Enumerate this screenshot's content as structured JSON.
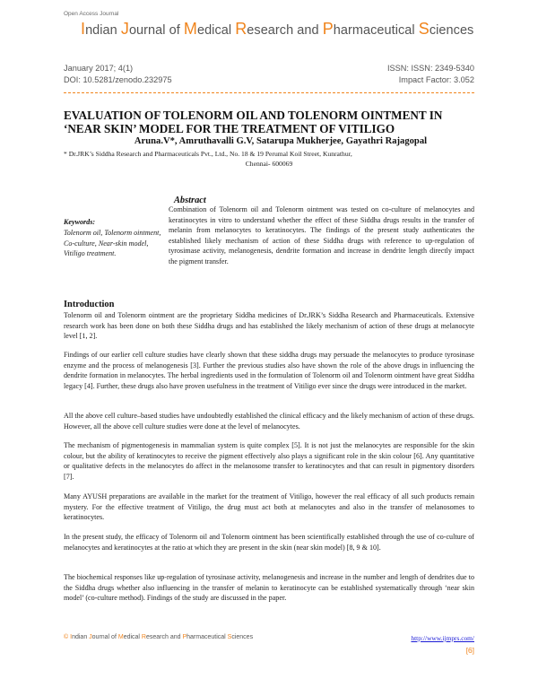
{
  "header": {
    "open_access": "Open Access Journal",
    "journal_title_parts": [
      {
        "cap": "I",
        "rest": "ndian "
      },
      {
        "cap": "J",
        "rest": "ournal of "
      },
      {
        "cap": "M",
        "rest": "edical "
      },
      {
        "cap": "R",
        "rest": "esearch and "
      },
      {
        "cap": "P",
        "rest": "harmaceutical "
      },
      {
        "cap": "S",
        "rest": "ciences"
      }
    ],
    "issue": "January 2017; 4(1)",
    "doi": "DOI: 10.5281/zenodo.232975",
    "issn": "ISSN: ISSN: 2349-5340",
    "impact_factor": "Impact Factor: 3.052",
    "accent_color": "#f0841c"
  },
  "article": {
    "title": "EVALUATION OF TOLENORM OIL AND TOLENORM OINTMENT IN ‘NEAR SKIN’ MODEL FOR THE TREATMENT OF VITILIGO",
    "authors": "Aruna.V*, Amruthavalli G.V, Satarupa Mukherjee, Gayathri Rajagopal",
    "affiliation_line1": "* Dr.JRK’s Siddha Research and Pharmaceuticals Pvt., Ltd., No. 18 & 19 Perumal Koil Street, Kunrathur,",
    "affiliation_line2": "Chennai- 600069"
  },
  "abstract": {
    "heading": "Abstract",
    "body": "Combination of Tolenorm oil and Tolenorm ointment was tested on co-culture of melanocytes and keratinocytes in vitro to understand whether the effect of these Siddha drugs results in the transfer of melanin from melanocytes to keratinocytes. The findings of the present study authenticates the established likely mechanism of action of these Siddha drugs with reference to up-regulation of tyrosimase activity, melanogenesis, dendrite formation and increase in dendrite length directly impact the pigment transfer."
  },
  "keywords": {
    "heading": "Keywords:",
    "body": "Tolenorm oil, Tolenorm ointment, Co-culture, Near-skin model, Vitiligo treatment."
  },
  "introduction": {
    "heading": "Introduction",
    "paragraphs": [
      "Tolenorm oil and Tolenorm ointment are the proprietary Siddha medicines of Dr.JRK’s Siddha Research and Pharmaceuticals. Extensive research work has been done on both these Siddha drugs and has established the likely mechanism of action of these drugs at melanocyte level [1, 2].",
      "Findings of our earlier cell culture studies have clearly shown that these siddha drugs may persuade the melanocytes to produce tyrosinase enzyme and the process of melanogenesis [3]. Further the previous studies also have shown the role of the above drugs in influencing the dendrite formation in melanocytes. The herbal ingredients used in the formulation of Tolenorm oil and Tolenorm ointment have great Siddha legacy [4]. Further, these drugs also have proven usefulness in the treatment of Vitiligo ever since the drugs were introduced in the market.",
      "All the above cell culture–based studies have undoubtedly established the clinical efficacy and the likely mechanism of action of these drugs. However, all the above cell culture studies were done at the level of melanocytes.",
      "The mechanism of pigmentogenesis in mammalian system is quite complex [5]. It is not just the melanocytes are responsible for the skin colour, but the ability of keratinocytes to receive the pigment effectively also plays a significant role in the skin colour [6]. Any quantitative or qualitative defects in the melanocytes do affect in the melanosome transfer to keratinocytes and that can result in pigmentory disorders [7].",
      "Many AYUSH preparations are available in the market for the treatment of Vitiligo, however the real efficacy of all such products remain mystery. For the effective treatment of Vitiligo, the drug must act both at melanocytes and also in the transfer of melanosomes to keratinocytes.",
      "In the present study, the efficacy of Tolenorm oil and Tolenorm ointment has been scientifically established through the use of co-culture of melanocytes and keratinocytes at the ratio at which they are present in the skin (near skin model) [8, 9 & 10].",
      "The biochemical responses like up-regulation of tyrosinase activity, melanogenesis and increase in the number and length of dendrites due to the Siddha drugs whether also influencing in the transfer of melanin to keratinocyte can be established systematically through ‘near skin model’ (co-culture method). Findings of the study are discussed in the paper."
    ]
  },
  "footer": {
    "copyright_symbol": "©",
    "journal_parts": [
      {
        "cap": "I",
        "rest": "ndian "
      },
      {
        "cap": "J",
        "rest": "ournal of "
      },
      {
        "cap": "M",
        "rest": "edical "
      },
      {
        "cap": "R",
        "rest": "esearch and "
      },
      {
        "cap": "P",
        "rest": "harmaceutical "
      },
      {
        "cap": "S",
        "rest": "ciences"
      }
    ],
    "url": "http://www.ijmprs.com/",
    "page_number": "[6]"
  }
}
